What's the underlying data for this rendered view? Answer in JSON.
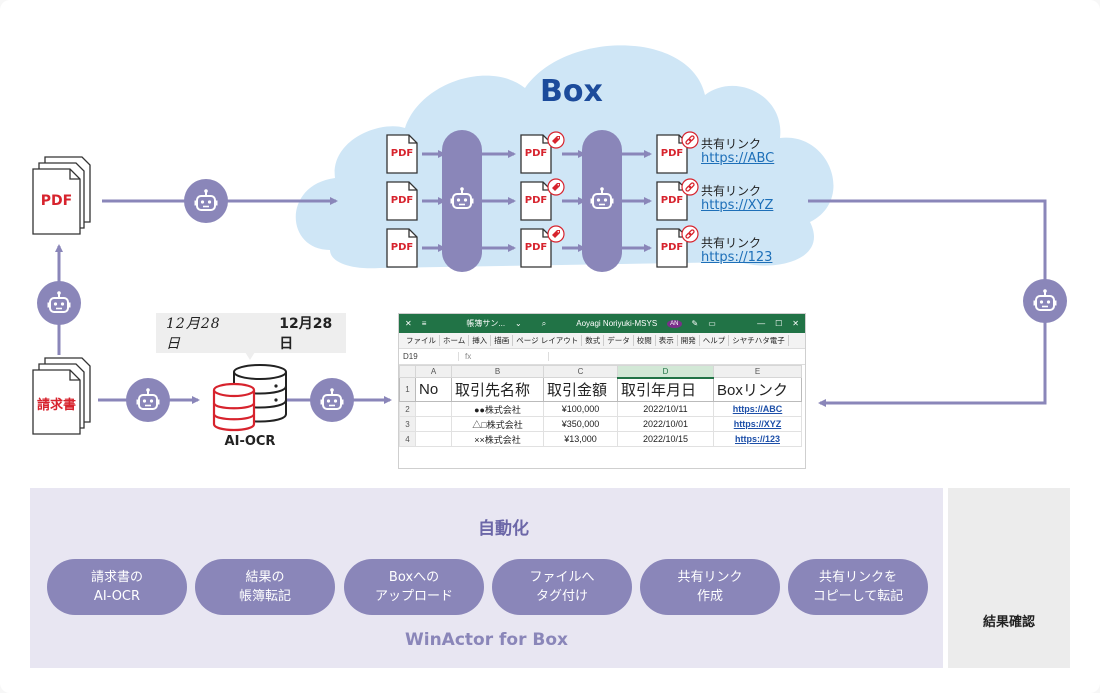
{
  "cloud": {
    "title": "Box"
  },
  "documents": {
    "pdf_label": "PDF",
    "invoice_label": "請求書"
  },
  "links": [
    {
      "title": "共有リンク",
      "url": "https://ABC"
    },
    {
      "title": "共有リンク",
      "url": "https://XYZ"
    },
    {
      "title": "共有リンク",
      "url": "https://123"
    }
  ],
  "ocr": {
    "label": "AI-OCR",
    "date_input": "12月28日",
    "date_output": "12月28日"
  },
  "excel": {
    "window_title": "帳簿サン...",
    "user": "Aoyagi Noriyuki-MSYS",
    "avatar": "AN",
    "menus": [
      "ファイル",
      "ホーム",
      "挿入",
      "描画",
      "ページ レイアウト",
      "数式",
      "データ",
      "校閲",
      "表示",
      "開発",
      "ヘルプ",
      "シヤチハタ電子"
    ],
    "cell_ref": "D19",
    "fx": "fx",
    "columns": [
      "A",
      "B",
      "C",
      "D",
      "E"
    ],
    "headers": [
      "No",
      "取引先名称",
      "取引金額",
      "取引年月日",
      "Boxリンク"
    ],
    "rows": [
      {
        "no": "2",
        "name": "●●株式会社",
        "amount": "¥100,000",
        "date": "2022/10/11",
        "link": "https://ABC"
      },
      {
        "no": "3",
        "name": "△□株式会社",
        "amount": "¥350,000",
        "date": "2022/10/01",
        "link": "https://XYZ"
      },
      {
        "no": "4",
        "name": "××株式会社",
        "amount": "¥13,000",
        "date": "2022/10/15",
        "link": "https://123"
      }
    ],
    "header_row_no": "1"
  },
  "process": {
    "auto_label": "自動化",
    "steps": [
      "請求書の\nAI-OCR",
      "結果の\n帳簿転記",
      "Boxへの\nアップロード",
      "ファイルへ\nタグ付け",
      "共有リンク\n作成",
      "共有リンクを\nコピーして転記"
    ],
    "product": "WinActor for Box",
    "result_label": "結果確認"
  },
  "colors": {
    "accent": "#8a86b9",
    "cloud": "#cfe6f6",
    "box_title": "#1c4b9b",
    "pdf_red": "#d7232d",
    "excel_green": "#217346",
    "link_blue": "#1d6fb8"
  }
}
